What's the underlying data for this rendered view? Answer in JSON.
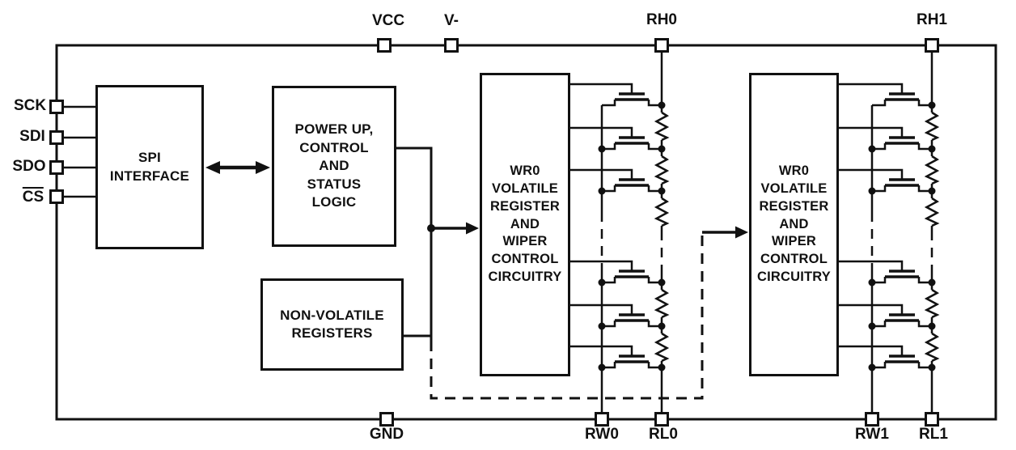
{
  "title": "Dual digital potentiometer functional block diagram",
  "colors": {
    "line": "#111111",
    "background": "#ffffff"
  },
  "blocks": {
    "spi_interface": {
      "label": "SPI\nINTERFACE"
    },
    "power_up": {
      "label": "POWER UP,\nCONTROL\nAND\nSTATUS\nLOGIC"
    },
    "non_volatile": {
      "label": "NON-VOLATILE\nREGISTERS"
    },
    "wiper0": {
      "label": "WR0\nVOLATILE\nREGISTER\nAND\nWIPER\nCONTROL\nCIRCUITRY"
    },
    "wiper1": {
      "label": "WR0\nVOLATILE\nREGISTER\nAND\nWIPER\nCONTROL\nCIRCUITRY"
    }
  },
  "pins": {
    "sck": "SCK",
    "sdi": "SDI",
    "sdo": "SDO",
    "cs": "CS",
    "vcc": "VCC",
    "vminus": "V-",
    "rh0": "RH0",
    "rh1": "RH1",
    "gnd": "GND",
    "rw0": "RW0",
    "rl0": "RL0",
    "rw1": "RW1",
    "rl1": "RL1"
  }
}
